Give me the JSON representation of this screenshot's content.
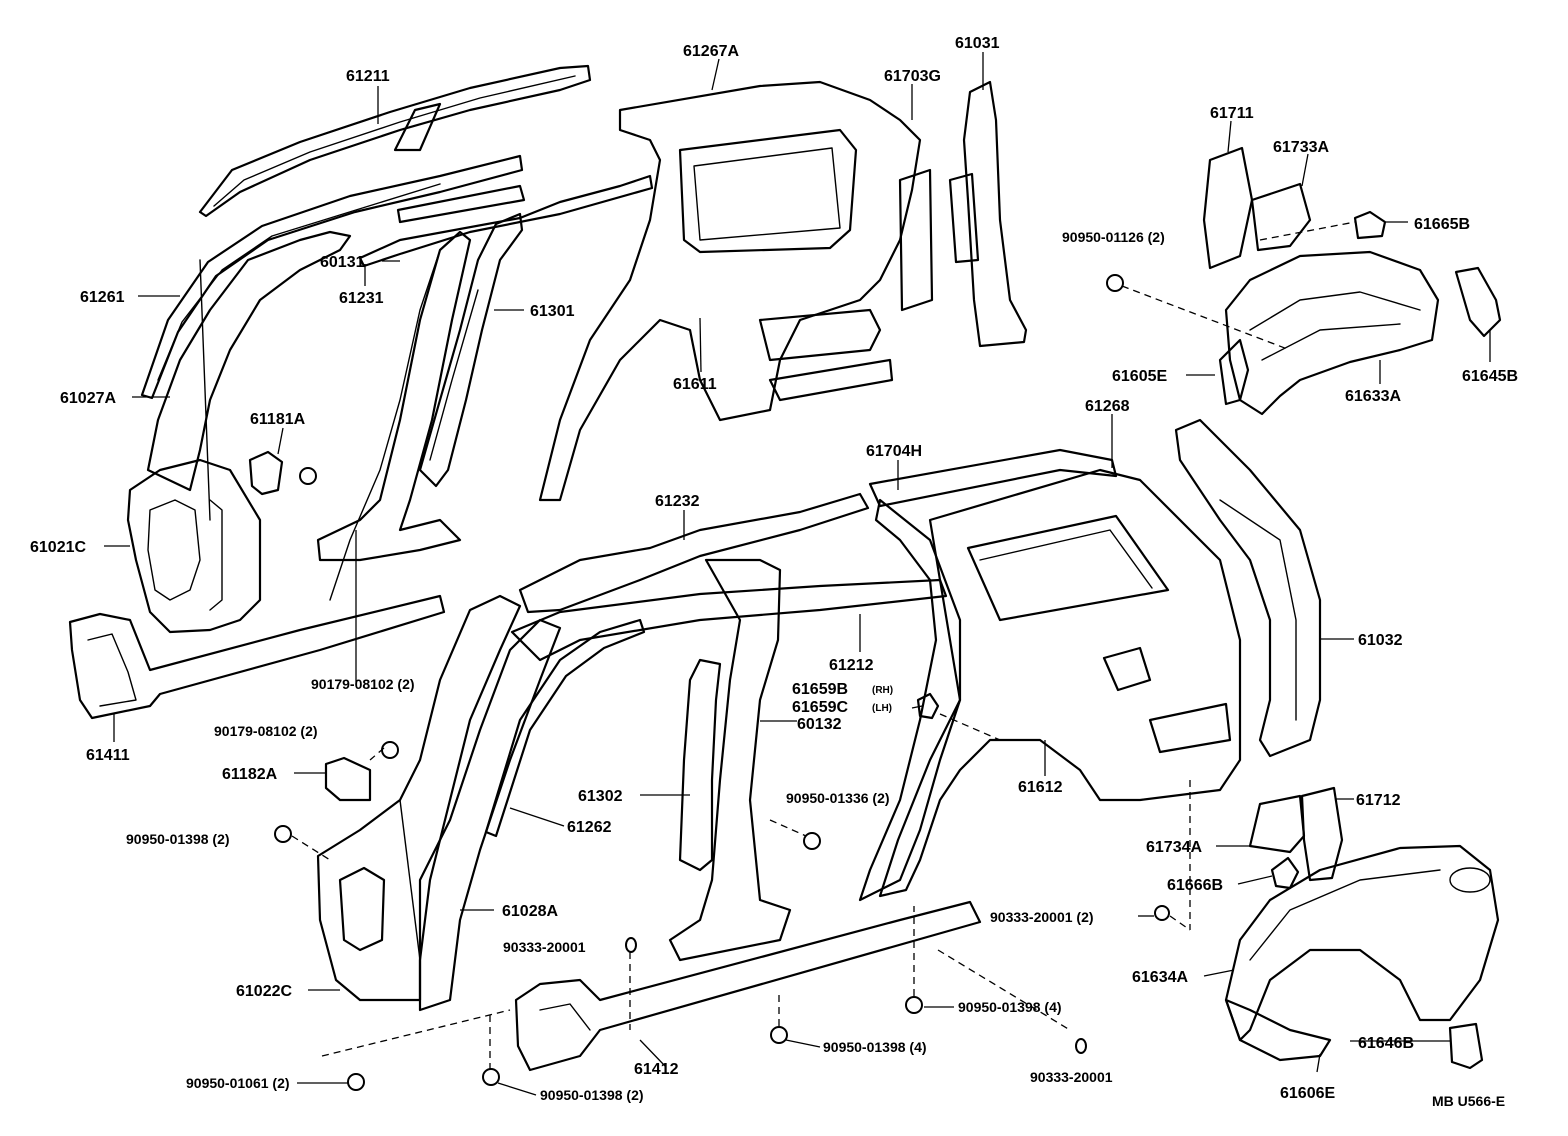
{
  "diagram": {
    "code": "MB U566-E",
    "parts": {
      "p61211": "61211",
      "p61267A": "61267A",
      "p61703G": "61703G",
      "p61031": "61031",
      "p61711": "61711",
      "p61733A": "61733A",
      "p61665B": "61665B",
      "p90950_01126": "90950-01126 (2)",
      "p61261": "61261",
      "p61231": "61231",
      "p61301": "61301",
      "p60131": "60131",
      "p61611": "61611",
      "p61605E": "61605E",
      "p61633A": "61633A",
      "p61645B": "61645B",
      "p61027A": "61027A",
      "p61181A": "61181A",
      "p61268": "61268",
      "p61704H": "61704H",
      "p61232": "61232",
      "p61021C": "61021C",
      "p61032": "61032",
      "p61212": "61212",
      "p61659B": "61659B",
      "p61659B_side": "(RH)",
      "p61659C": "61659C",
      "p61659C_side": "(LH)",
      "p60132": "60132",
      "p90179_08102_a": "90179-08102 (2)",
      "p61411": "61411",
      "p90179_08102_b": "90179-08102 (2)",
      "p61182A": "61182A",
      "p61612": "61612",
      "p61302": "61302",
      "p90950_01336": "90950-01336 (2)",
      "p61712": "61712",
      "p90950_01398_a": "90950-01398 (2)",
      "p61262": "61262",
      "p61734A": "61734A",
      "p61666B": "61666B",
      "p61028A": "61028A",
      "p90333_20001_a": "90333-20001 (2)",
      "p90333_20001_b": "90333-20001",
      "p61634A": "61634A",
      "p61022C": "61022C",
      "p90950_01398_b": "90950-01398 (4)",
      "p61412": "61412",
      "p90950_01398_c": "90950-01398 (4)",
      "p61646B": "61646B",
      "p90950_01061": "90950-01061 (2)",
      "p90333_20001_c": "90333-20001",
      "p90950_01398_d": "90950-01398 (2)",
      "p61606E": "61606E"
    }
  }
}
